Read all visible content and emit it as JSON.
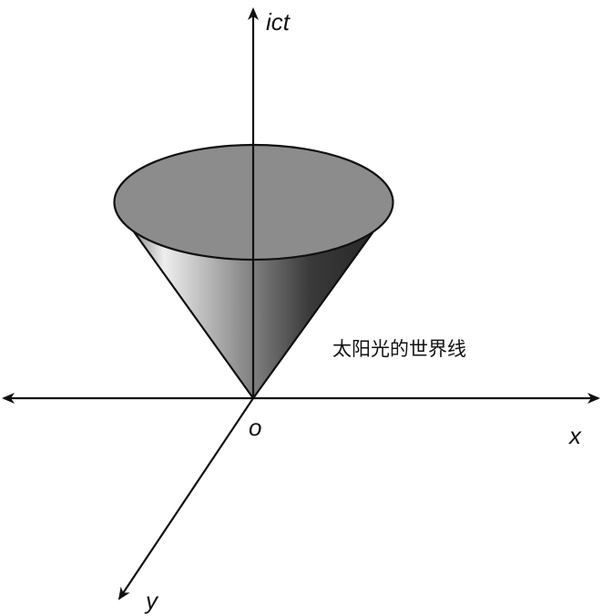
{
  "diagram": {
    "axes": {
      "t_label": "ict",
      "x_label": "x",
      "y_label": "y",
      "origin_label": "o"
    },
    "cone_label": "太阳光的世界线",
    "colors": {
      "axis": "#111111",
      "cone_top": "#8c8c8c",
      "cone_light": "#eeeeee",
      "cone_mid": "#a0a0a0",
      "cone_dark": "#2c2c2c",
      "outline": "#111111"
    }
  }
}
